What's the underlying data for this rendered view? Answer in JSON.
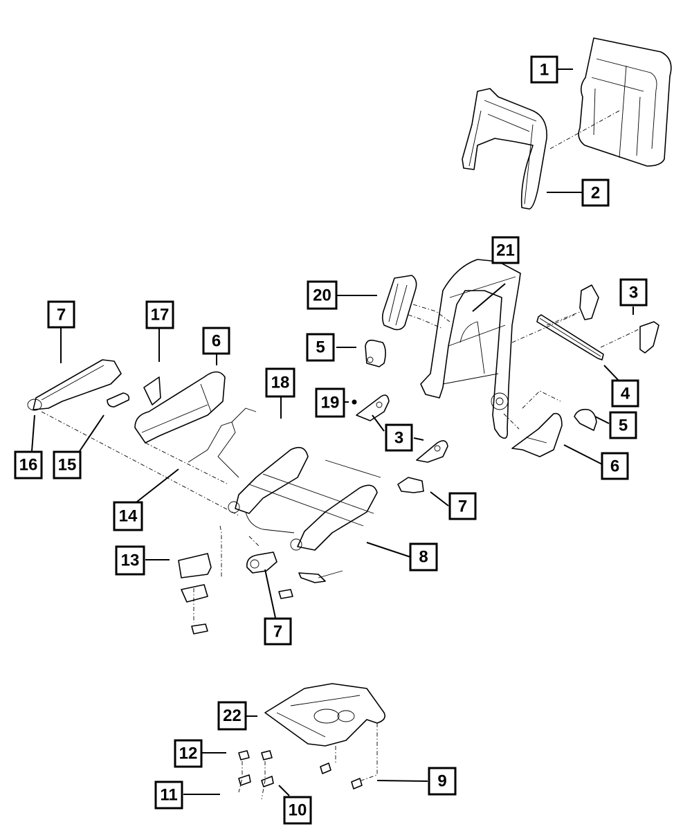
{
  "diagram": {
    "title": "Exploded view - seat assembly",
    "colors": {
      "line": "#000000",
      "background": "#ffffff"
    },
    "callouts": [
      {
        "id": "c1a",
        "label": "1",
        "part": "seat back panel"
      },
      {
        "id": "c2a",
        "label": "2",
        "part": "seat back frame trim"
      },
      {
        "id": "c21",
        "label": "21",
        "part": "seat back frame"
      },
      {
        "id": "c20",
        "label": "20",
        "part": "side air bag"
      },
      {
        "id": "c3a",
        "label": "3",
        "part": "bracket (upper right)"
      },
      {
        "id": "c4",
        "label": "4",
        "part": "cross member"
      },
      {
        "id": "c5a",
        "label": "5",
        "part": "recliner cover (left)"
      },
      {
        "id": "c5b",
        "label": "5",
        "part": "recliner cover (right)"
      },
      {
        "id": "c6a",
        "label": "6",
        "part": "seat shield (left)"
      },
      {
        "id": "c6b",
        "label": "6",
        "part": "seat shield (right)"
      },
      {
        "id": "c7a",
        "label": "7",
        "part": "trim (left)"
      },
      {
        "id": "c7b",
        "label": "7",
        "part": "trim (right)"
      },
      {
        "id": "c7c",
        "label": "7",
        "part": "trim (lower)"
      },
      {
        "id": "c3b",
        "label": "3",
        "part": "bracket (center)"
      },
      {
        "id": "c8",
        "label": "8",
        "part": "seat adjuster"
      },
      {
        "id": "c9",
        "label": "9",
        "part": "clip"
      },
      {
        "id": "c10",
        "label": "10",
        "part": "bracket"
      },
      {
        "id": "c11",
        "label": "11",
        "part": "screw"
      },
      {
        "id": "c12",
        "label": "12",
        "part": "clip"
      },
      {
        "id": "c13",
        "label": "13",
        "part": "control module"
      },
      {
        "id": "c14",
        "label": "14",
        "part": "wiring harness"
      },
      {
        "id": "c15",
        "label": "15",
        "part": "knob"
      },
      {
        "id": "c16",
        "label": "16",
        "part": "bezel"
      },
      {
        "id": "c17",
        "label": "17",
        "part": "trim panel"
      },
      {
        "id": "c18",
        "label": "18",
        "part": "screw"
      },
      {
        "id": "c19",
        "label": "19",
        "part": "nut"
      },
      {
        "id": "c22",
        "label": "22",
        "part": "seat cushion pan"
      }
    ]
  }
}
